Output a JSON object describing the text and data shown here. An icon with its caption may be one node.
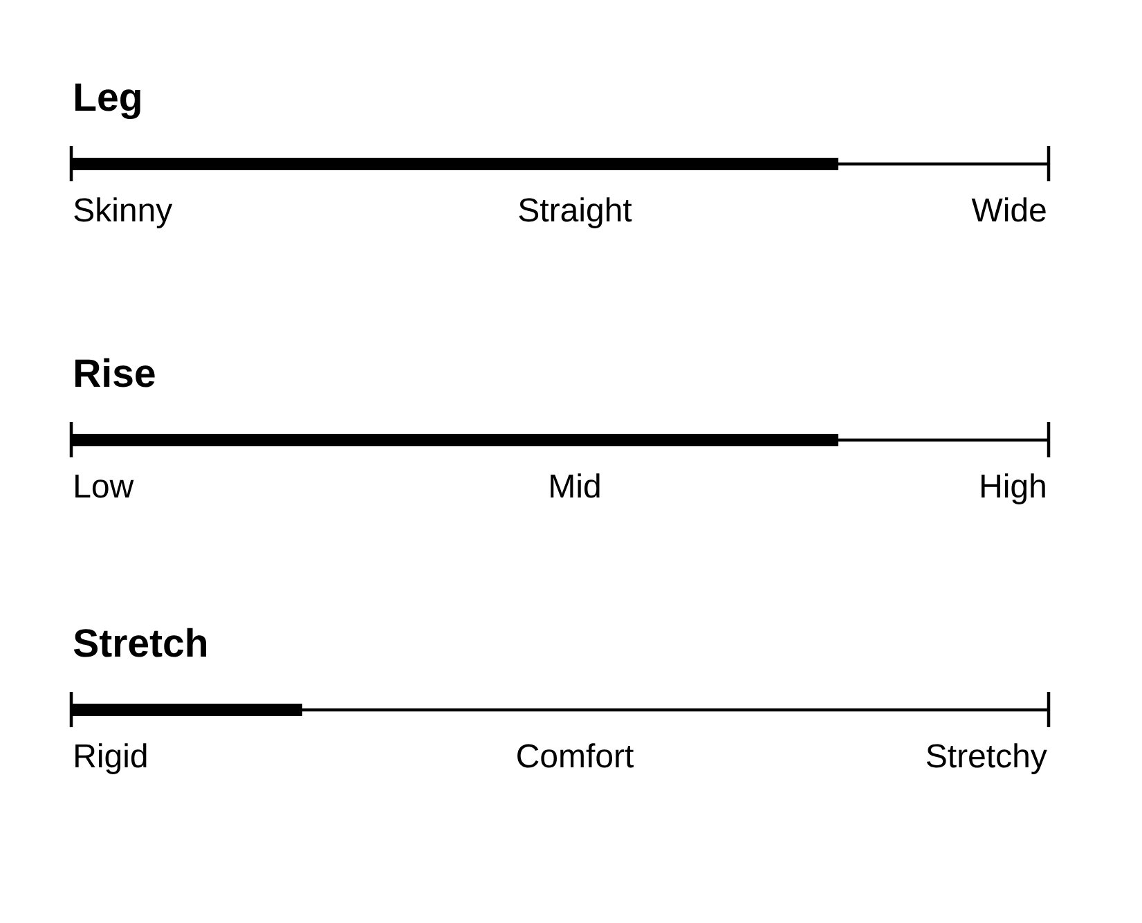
{
  "diagram": {
    "nodes": [
      {
        "text": [],
        "shape": "bar"
      },
      {
        "text": [],
        "shape": "bar"
      },
      {
        "text": [],
        "shape": "bar"
      }
    ],
    "labels": [
      "Leg",
      "Skinny",
      "Straight",
      "Wide",
      "Rise",
      "Low",
      "Mid",
      "High",
      "Stretch",
      "Rigid",
      "Comfort",
      "Stretchy"
    ]
  }
}
